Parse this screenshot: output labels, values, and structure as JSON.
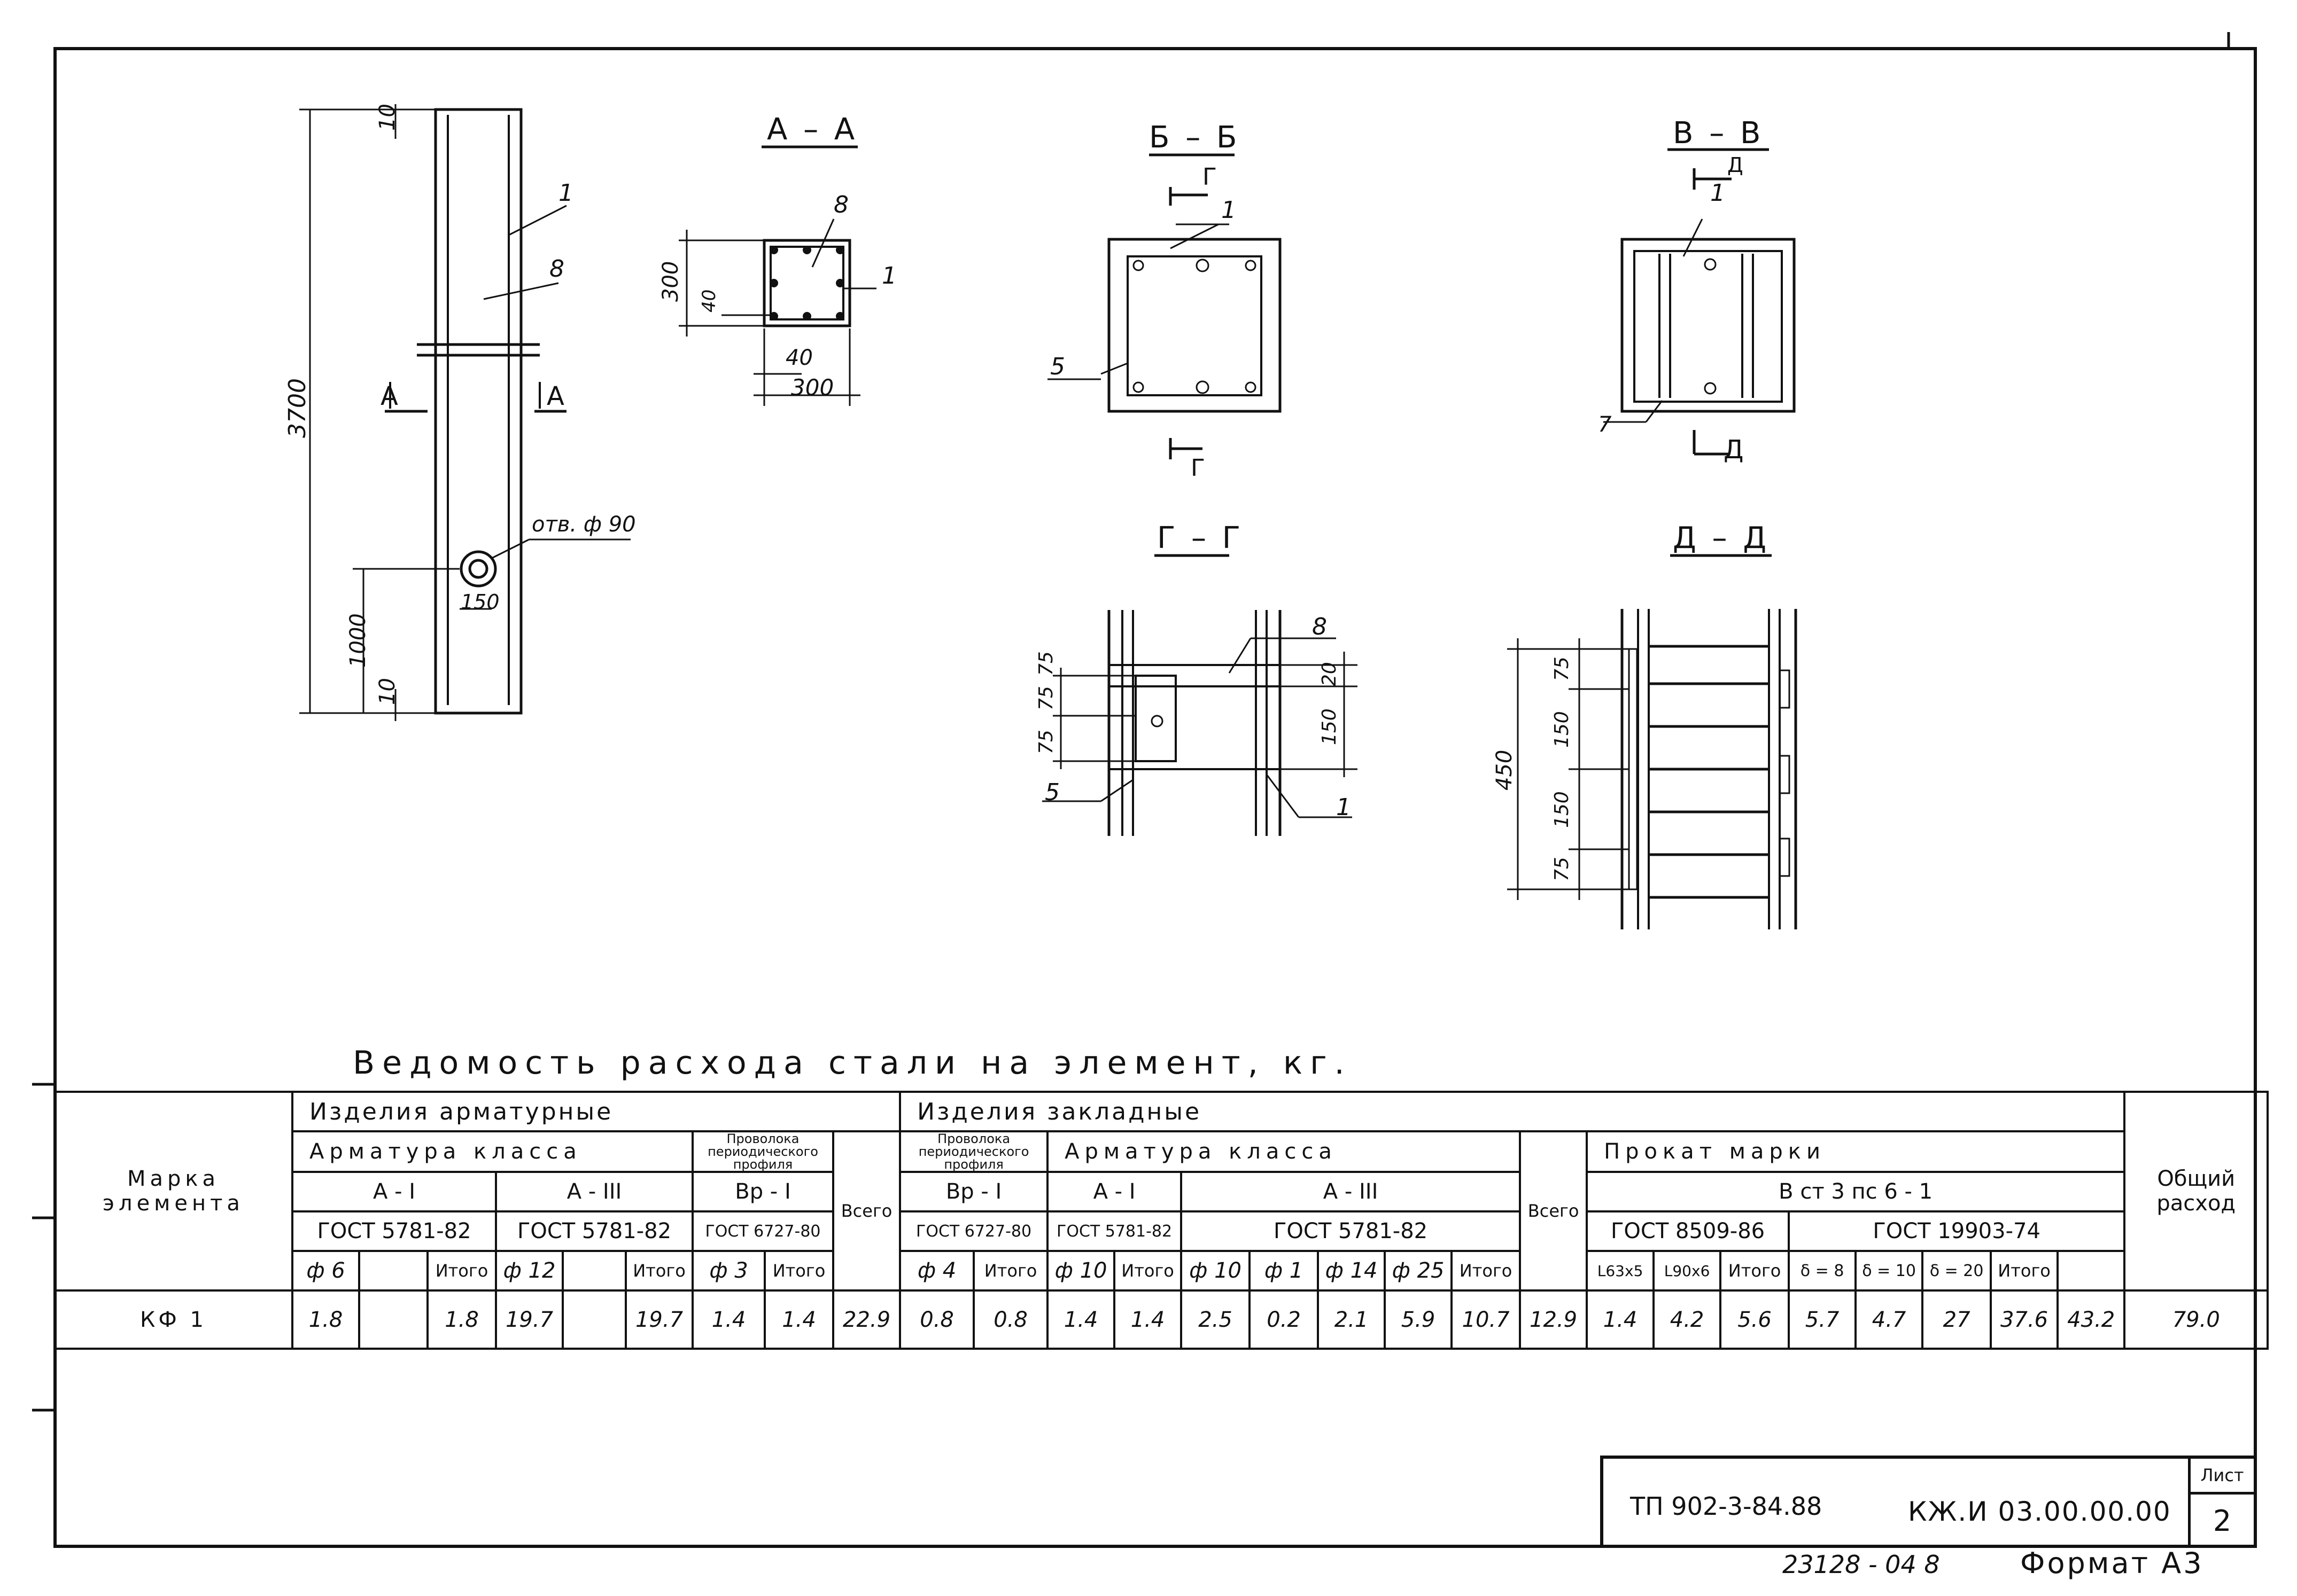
{
  "drawing": {
    "elevation": {
      "top_cover": "10",
      "total_length": "3700",
      "hole_height": "1000",
      "bottom_cover": "10",
      "hole_offset": "150",
      "hole_note": "отв. ф 90",
      "callout_1": "1",
      "callout_8": "8",
      "cut_left": "А",
      "cut_right": "А"
    },
    "section_aa": {
      "title": "А – А",
      "height": "300",
      "cover": "40",
      "width_cover": "40",
      "width": "300",
      "callout_8": "8",
      "callout_1": "1"
    },
    "section_bb": {
      "title": "Б – Б",
      "cut_top": "Г",
      "cut_bottom": "Г",
      "callout_1": "1",
      "callout_5": "5"
    },
    "section_vv": {
      "title": "В – В",
      "cut_top": "Д",
      "cut_bottom": "Д",
      "callout_1": "1",
      "callout_7": "7"
    },
    "section_gg": {
      "title": "Г – Г",
      "dim_75a": "75",
      "dim_75b": "75",
      "dim_75c": "75",
      "dim_20": "20",
      "dim_150": "150",
      "callout_8": "8",
      "callout_5": "5",
      "callout_1": "1"
    },
    "section_dd": {
      "title": "Д – Д",
      "total": "450",
      "d1": "75",
      "d2": "150",
      "d3": "150",
      "d4": "75"
    }
  },
  "table": {
    "title": "Ведомость расхода стали на элемент, кг.",
    "mark_header": "Марка элемента",
    "rebar_group": "Изделия арматурные",
    "embedded_group": "Изделия закладные",
    "rebar_class": "Арматура класса",
    "wire_profile": "Проволока периодического профиля",
    "rolled_mark": "Прокат марки",
    "total_label": "Всего",
    "grand_total": "Общий расход",
    "class_a1": "А - I",
    "class_a3": "А - III",
    "class_bp1": "Вр - I",
    "steel_grade": "В ст 3 пс 6 - 1",
    "gost_5781": "ГОСТ 5781-82",
    "gost_6727": "ГОСТ 6727-80",
    "gost_8509": "ГОСТ 8509-86",
    "gost_19903": "ГОСТ 19903-74",
    "itogo": "Итого",
    "cols_rebar": [
      "ф 6",
      "ф 12",
      "ф 3"
    ],
    "cols_embed": [
      "ф 4",
      "ф 10",
      "ф 10",
      "ф 1",
      "ф 14",
      "ф 25"
    ],
    "cols_rolled": [
      "L63х5",
      "L90х6",
      "δ = 8",
      "δ = 10",
      "δ = 20"
    ],
    "row": {
      "mark": "КФ 1",
      "values": [
        "1.8",
        "",
        "1.8",
        "19.7",
        "",
        "19.7",
        "1.4",
        "1.4",
        "22.9",
        "0.8",
        "0.8",
        "1.4",
        "1.4",
        "2.5",
        "0.2",
        "2.1",
        "5.9",
        "10.7",
        "12.9",
        "1.4",
        "4.2",
        "5.6",
        "5.7",
        "4.7",
        "27",
        "37.6",
        "43.2",
        "79.0"
      ]
    }
  },
  "stamp": {
    "project": "ТП 902-3-84.88",
    "code": "КЖ.И 03.00.00.00",
    "sheet_label": "Лист",
    "sheet_number": "2"
  },
  "footer": {
    "inventory": "23128 - 04  8",
    "format": "Формат А3"
  }
}
